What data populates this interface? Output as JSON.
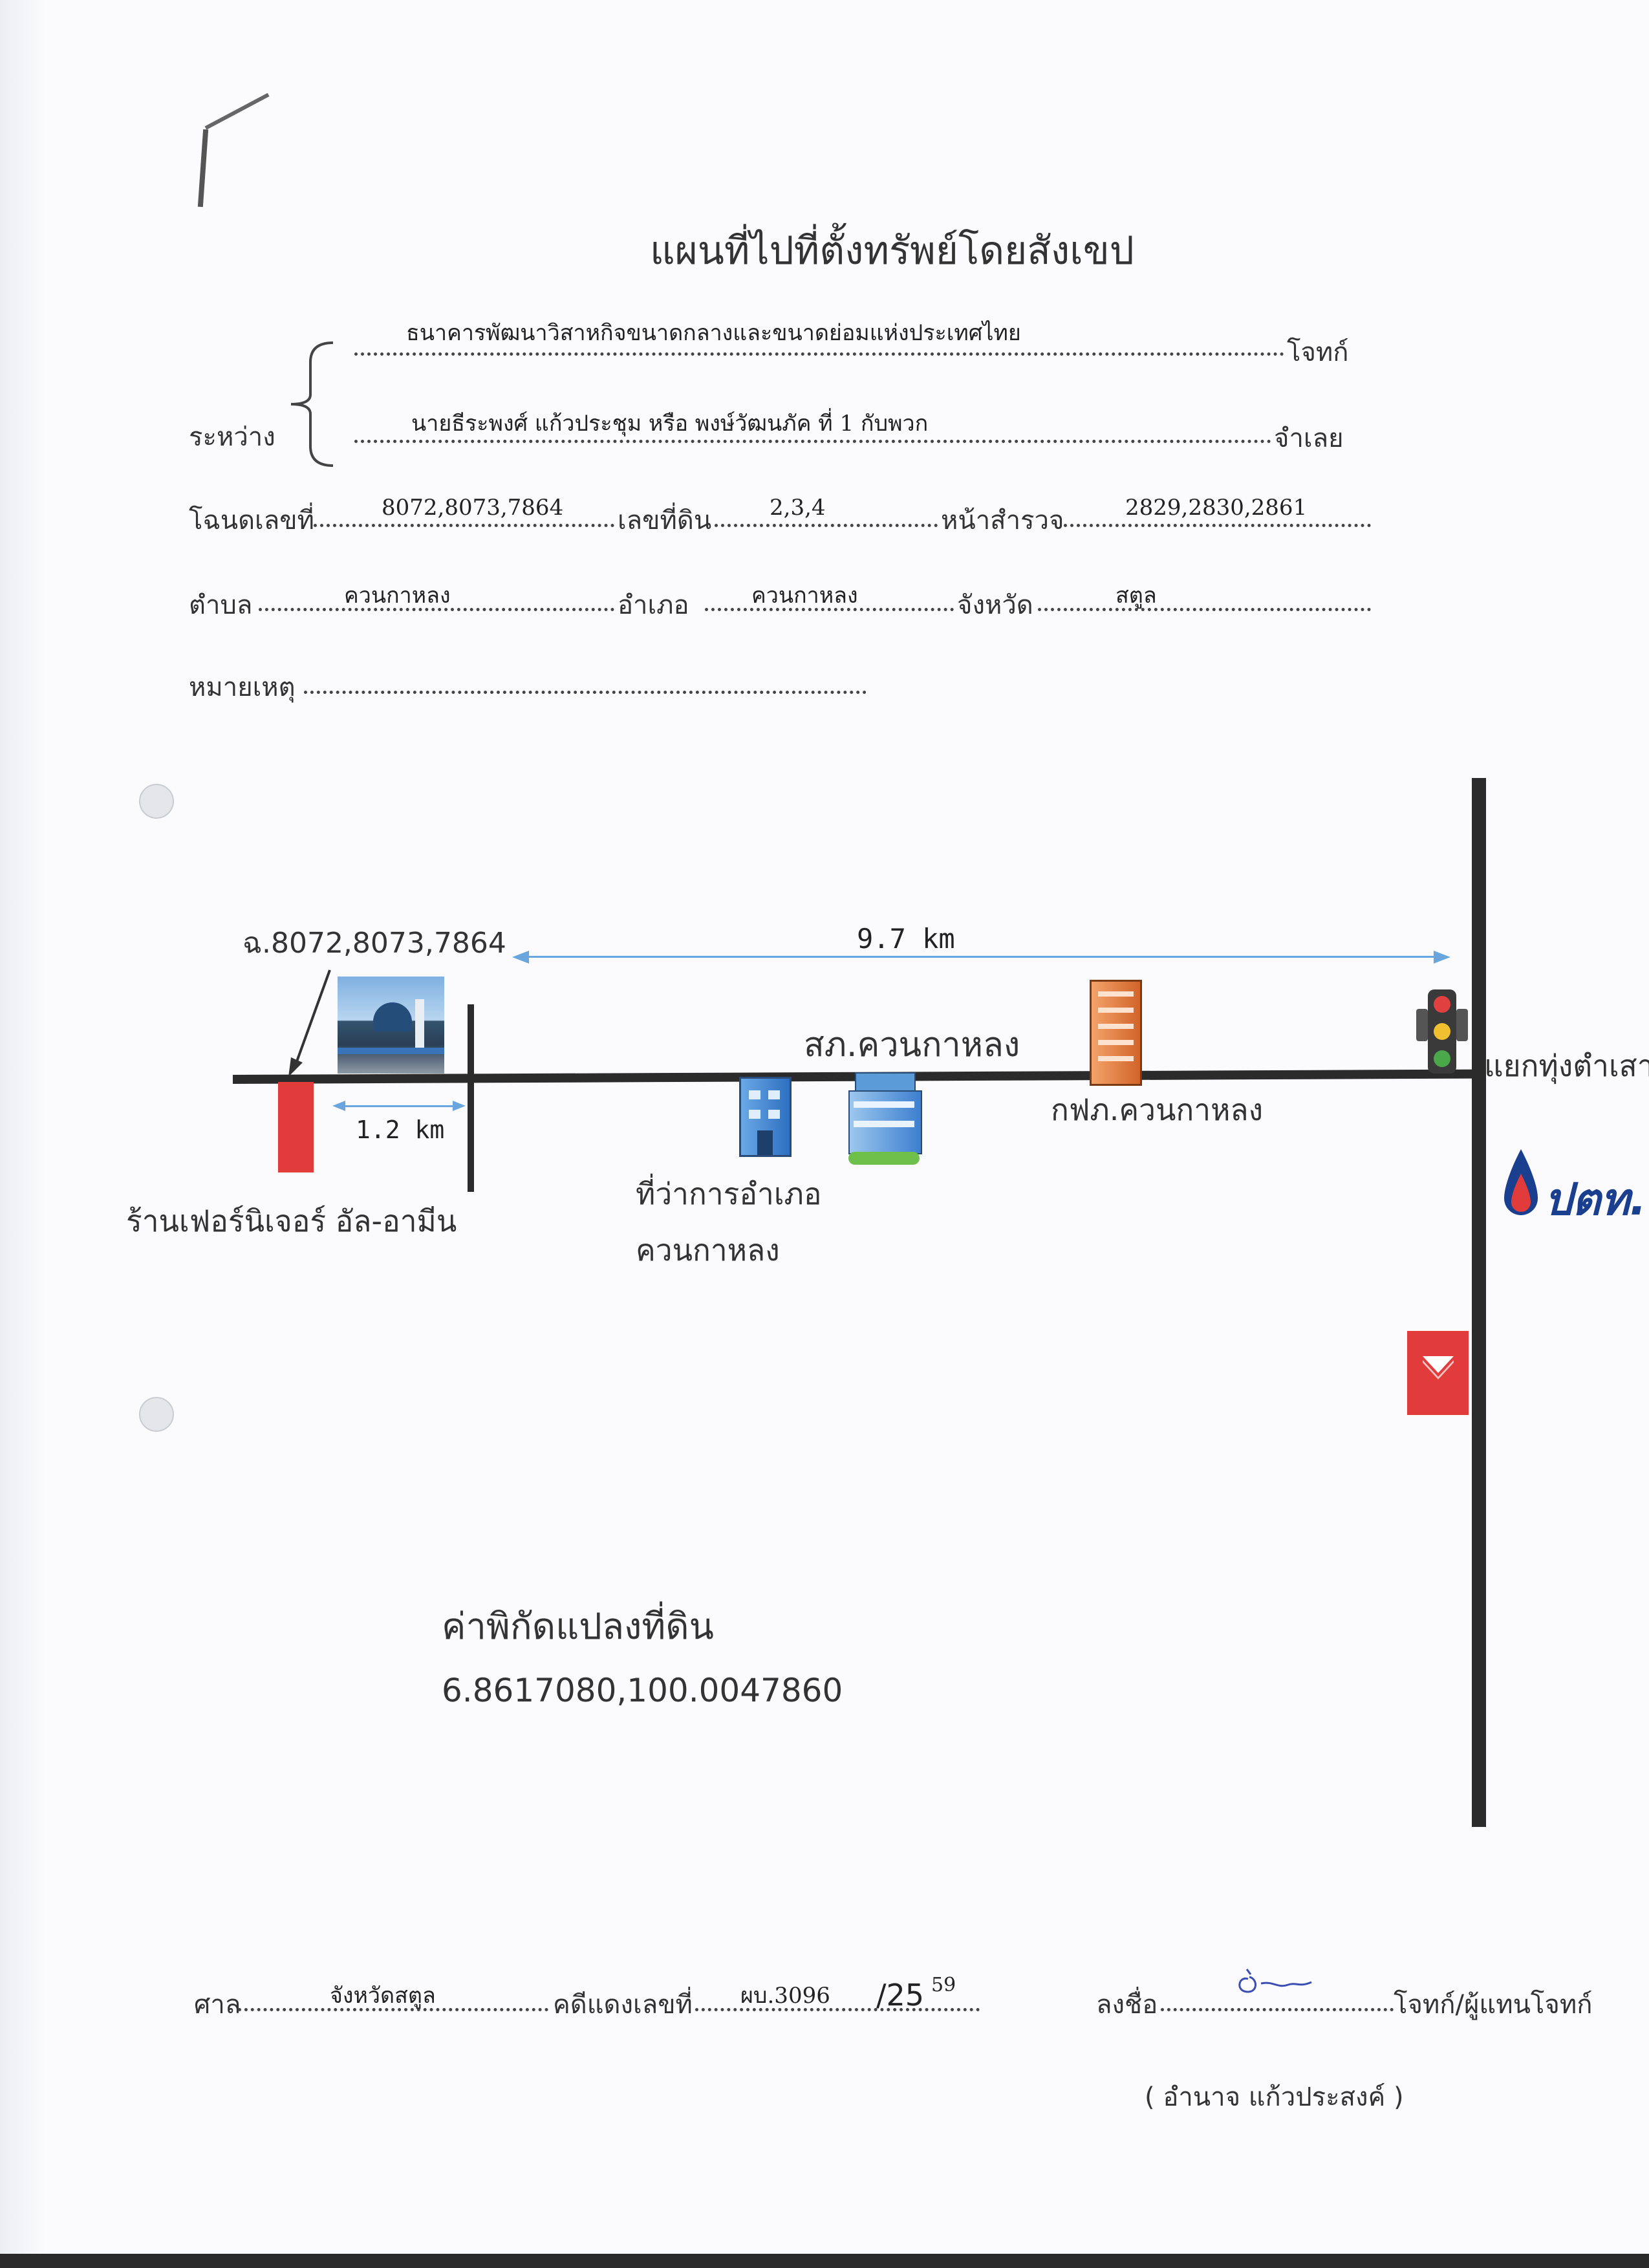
{
  "document": {
    "title": "แผนที่ไปที่ตั้งทรัพย์โดยสังเขป",
    "between_label": "ระหว่าง",
    "plaintiff_name": "ธนาคารพัฒนาวิสาหกิจขนาดกลางและขนาดย่อมแห่งประเทศไทย",
    "plaintiff_role": "โจทก์",
    "defendant_name": "นายธีระพงศ์ แก้วประชุม หรือ พงษ์วัฒนภัค ที่ 1 กับพวก",
    "defendant_role": "จำเลย",
    "deed_label": "โฉนดเลขที่",
    "deed_value": "8072,8073,7864",
    "land_no_label": "เลขที่ดิน",
    "land_no_value": "2,3,4",
    "survey_label": "หน้าสำรวจ",
    "survey_value": "2829,2830,2861",
    "subdistrict_label": "ตำบล",
    "subdistrict_value": "ควนกาหลง",
    "district_label": "อำเภอ",
    "district_value": "ควนกาหลง",
    "province_label": "จังหวัด",
    "province_value": "สตูล",
    "remark_label": "หมายเหตุ"
  },
  "map": {
    "deed_marker": "ฉ.8072,8073,7864",
    "distance_long": "9.7 km",
    "distance_short": "1.2 km",
    "police_station": "สภ.ควนกาหลง",
    "electricity_office": "กฟภ.ควนกาหลง",
    "district_office_line1": "ที่ว่าการอำเภอ",
    "district_office_line2": "ควนกาหลง",
    "junction": "แยกทุ่งตำเสา",
    "furniture_shop": "ร้านเฟอร์นิเจอร์ อัล-อามีน",
    "ptt_logo": "ปตท.",
    "coord_title": "ค่าพิกัดแปลงที่ดิน",
    "coord_value": "6.8617080,100.0047860",
    "colors": {
      "road": "#2b2b2b",
      "arrow": "#6aa6de",
      "property": "#e23b3b",
      "ptt_blue": "#1b3f8f"
    }
  },
  "footer": {
    "court_label": "ศาล",
    "court_value": "จังหวัดสตูล",
    "case_label": "คดีแดงเลขที่",
    "case_value": "ผบ.3096",
    "case_year_prefix": "/25",
    "case_year_suffix": "59",
    "sign_label": "ลงชื่อ",
    "sign_role": "โจทก์/ผู้แทนโจทก์",
    "signer_name": "( อำนาจ แก้วประสงค์ )"
  }
}
